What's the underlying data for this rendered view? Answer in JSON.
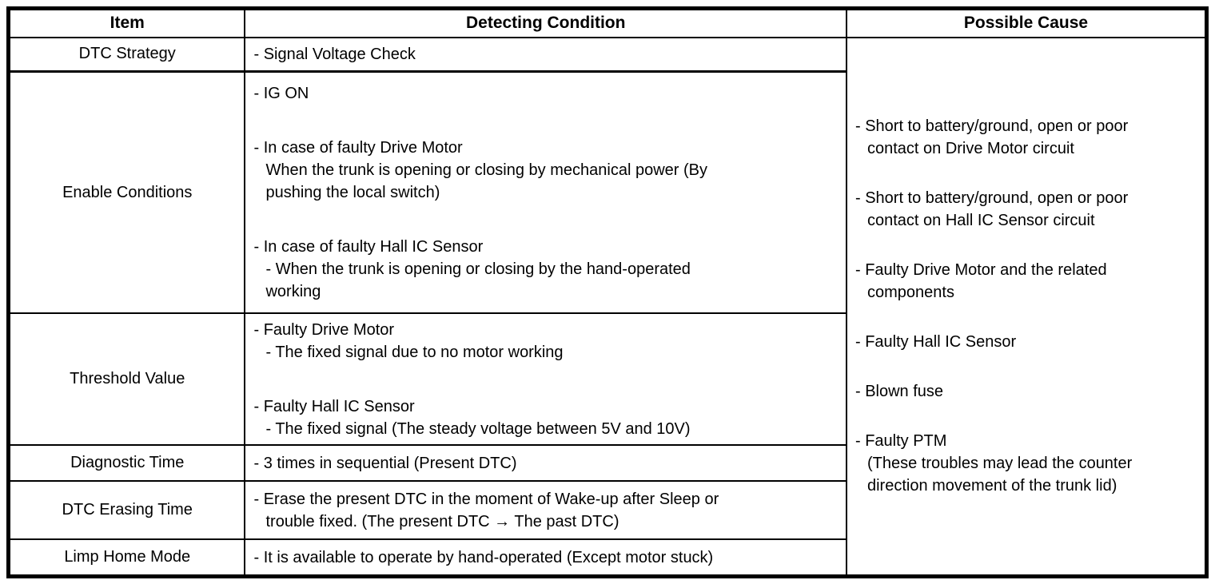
{
  "table": {
    "headers": [
      "Item",
      "Detecting Condition",
      "Possible Cause"
    ],
    "rows": [
      {
        "id": "dtc-strategy",
        "item": "DTC Strategy",
        "lines": [
          {
            "t": "- Signal Voltage Check",
            "lvl": 0
          }
        ]
      },
      {
        "id": "enable-conditions",
        "item": "Enable Conditions",
        "lines": [
          {
            "t": "- IG ON",
            "lvl": 0
          },
          {
            "gap": true
          },
          {
            "t": "- In case of faulty Drive Motor",
            "lvl": 0
          },
          {
            "t": "When the trunk is opening or closing by mechanical power (By",
            "lvl": 1
          },
          {
            "t": "pushing the local switch)",
            "lvl": 1
          },
          {
            "gap": true
          },
          {
            "t": "- In case of faulty Hall IC Sensor",
            "lvl": 0
          },
          {
            "t": "- When the trunk is opening or closing by the hand-operated",
            "lvl": 1
          },
          {
            "t": "working",
            "lvl": 1
          }
        ]
      },
      {
        "id": "threshold-value",
        "item": "Threshold Value",
        "lines": [
          {
            "t": "- Faulty Drive Motor",
            "lvl": 0
          },
          {
            "t": "- The fixed signal due to no motor working",
            "lvl": 1
          },
          {
            "gap": true
          },
          {
            "t": "- Faulty Hall IC Sensor",
            "lvl": 0
          },
          {
            "t": "- The fixed signal (The steady voltage between 5V and 10V)",
            "lvl": 1
          }
        ]
      },
      {
        "id": "diagnostic-time",
        "item": "Diagnostic Time",
        "lines": [
          {
            "t": "- 3 times in sequential (Present DTC)",
            "lvl": 0
          }
        ]
      },
      {
        "id": "dtc-erasing-time",
        "item": "DTC Erasing Time",
        "lines": [
          {
            "t": "- Erase the present DTC in the moment of Wake-up after Sleep or",
            "lvl": 0
          },
          {
            "t": "trouble fixed. (The present DTC → The past DTC)",
            "lvl": 1
          }
        ]
      },
      {
        "id": "limp-home-mode",
        "item": "Limp Home Mode",
        "lines": [
          {
            "t": "- It is available to operate by hand-operated (Except motor stuck)",
            "lvl": 0
          }
        ]
      }
    ],
    "possible_cause": {
      "lines": [
        {
          "t": "- Short to battery/ground, open or poor",
          "lvl": 0
        },
        {
          "t": "contact on Drive Motor circuit",
          "lvl": 1
        },
        {
          "gap": true
        },
        {
          "t": "- Short to battery/ground, open or poor",
          "lvl": 0
        },
        {
          "t": "contact on Hall IC Sensor circuit",
          "lvl": 1
        },
        {
          "gap": true
        },
        {
          "t": "- Faulty Drive Motor and the related",
          "lvl": 0
        },
        {
          "t": "components",
          "lvl": 1
        },
        {
          "gap": true
        },
        {
          "t": "- Faulty Hall IC Sensor",
          "lvl": 0
        },
        {
          "gap": true
        },
        {
          "t": "- Blown fuse",
          "lvl": 0
        },
        {
          "gap": true
        },
        {
          "t": "- Faulty PTM",
          "lvl": 0
        },
        {
          "t": "(These troubles may lead the counter",
          "lvl": 1
        },
        {
          "t": "direction movement of the trunk lid)",
          "lvl": 1
        }
      ]
    }
  },
  "colors": {
    "text": "#000000",
    "border": "#000000",
    "background": "#ffffff"
  }
}
